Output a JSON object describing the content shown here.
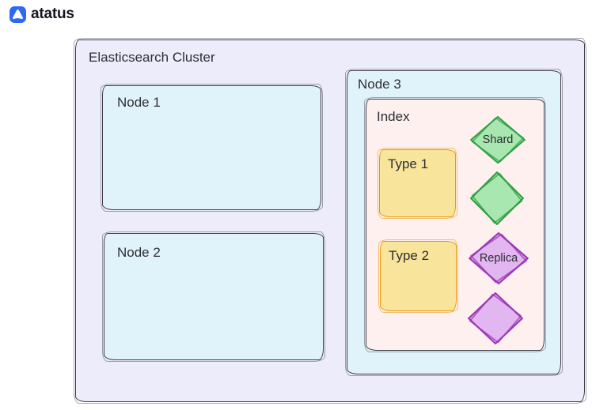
{
  "logo": {
    "text": "atatus",
    "icon_color": "#2d68f6"
  },
  "diagram": {
    "cluster": {
      "label": "Elasticsearch Cluster",
      "fill": "#ececfb",
      "border": "#3d3d46"
    },
    "node1": {
      "label": "Node 1",
      "fill": "#e0f2fa"
    },
    "node2": {
      "label": "Node 2",
      "fill": "#e0f2fa"
    },
    "node3": {
      "label": "Node 3",
      "fill": "#e0f2fa"
    },
    "index": {
      "label": "Index",
      "fill": "#fdf0ee"
    },
    "type1": {
      "label": "Type 1",
      "fill": "#f9e49c",
      "border": "#e8960c"
    },
    "type2": {
      "label": "Type 2",
      "fill": "#f9e49c",
      "border": "#e8960c"
    },
    "shard": {
      "label": "Shard",
      "fill": "#a9e7b0",
      "border": "#2f9e44"
    },
    "shard_empty": {
      "fill": "#a9e7b0",
      "border": "#2f9e44"
    },
    "replica": {
      "label": "Replica",
      "fill": "#e2b6f0",
      "border": "#9c36b5"
    },
    "replica_empty": {
      "fill": "#e2b6f0",
      "border": "#9c36b5"
    }
  }
}
